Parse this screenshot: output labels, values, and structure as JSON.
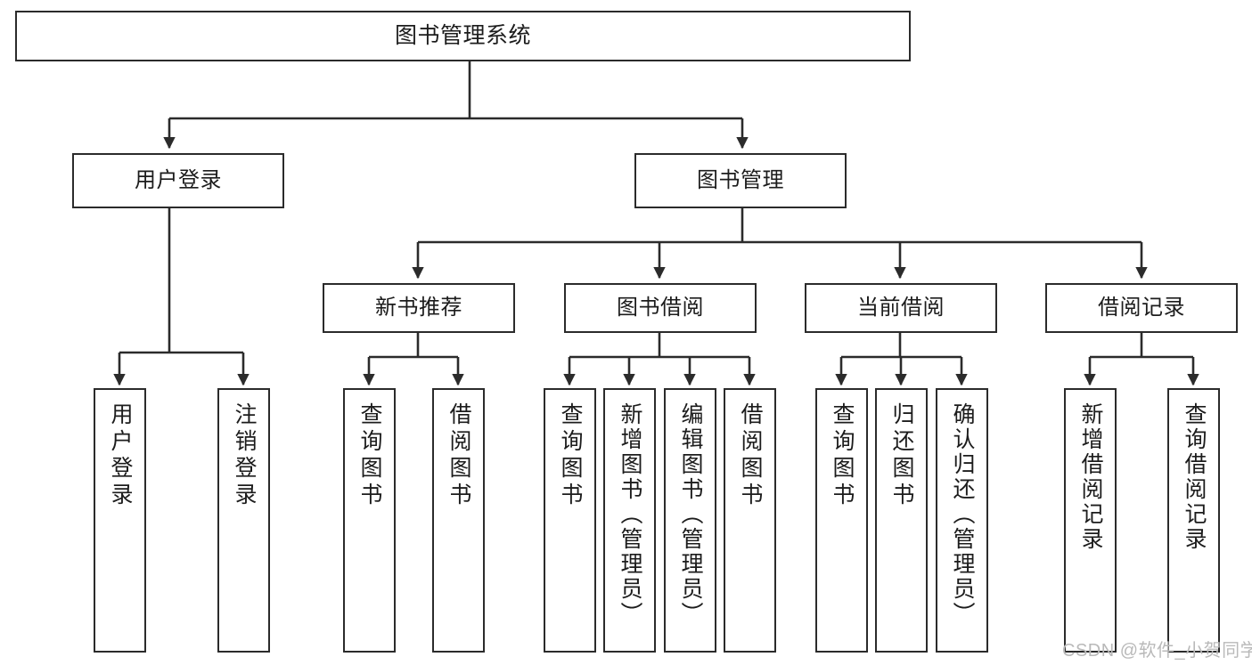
{
  "diagram": {
    "title": "图书管理系统",
    "type": "hierarchy-tree",
    "watermark": "CSDN @软件_小贺同学",
    "colors": {
      "stroke": "#2b2b2b",
      "fill": "#ffffff",
      "text": "#1c1c1c",
      "watermark": "#b9b9b9"
    },
    "nodes": {
      "root": "图书管理系统",
      "level2": [
        "用户登录",
        "图书管理"
      ],
      "level3": [
        "新书推荐",
        "图书借阅",
        "当前借阅",
        "借阅记录"
      ],
      "leaves": {
        "user_login": [
          "用户登录",
          "注销登录"
        ],
        "new_book_recommend": [
          "查询图书",
          "借阅图书"
        ],
        "book_borrow": [
          "查询图书",
          "新增图书（管理员）",
          "编辑图书（管理员）",
          "借阅图书"
        ],
        "current_borrow": [
          "查询图书",
          "归还图书",
          "确认归还（管理员）"
        ],
        "borrow_record": [
          "新增借阅记录",
          "查询借阅记录"
        ]
      }
    }
  }
}
